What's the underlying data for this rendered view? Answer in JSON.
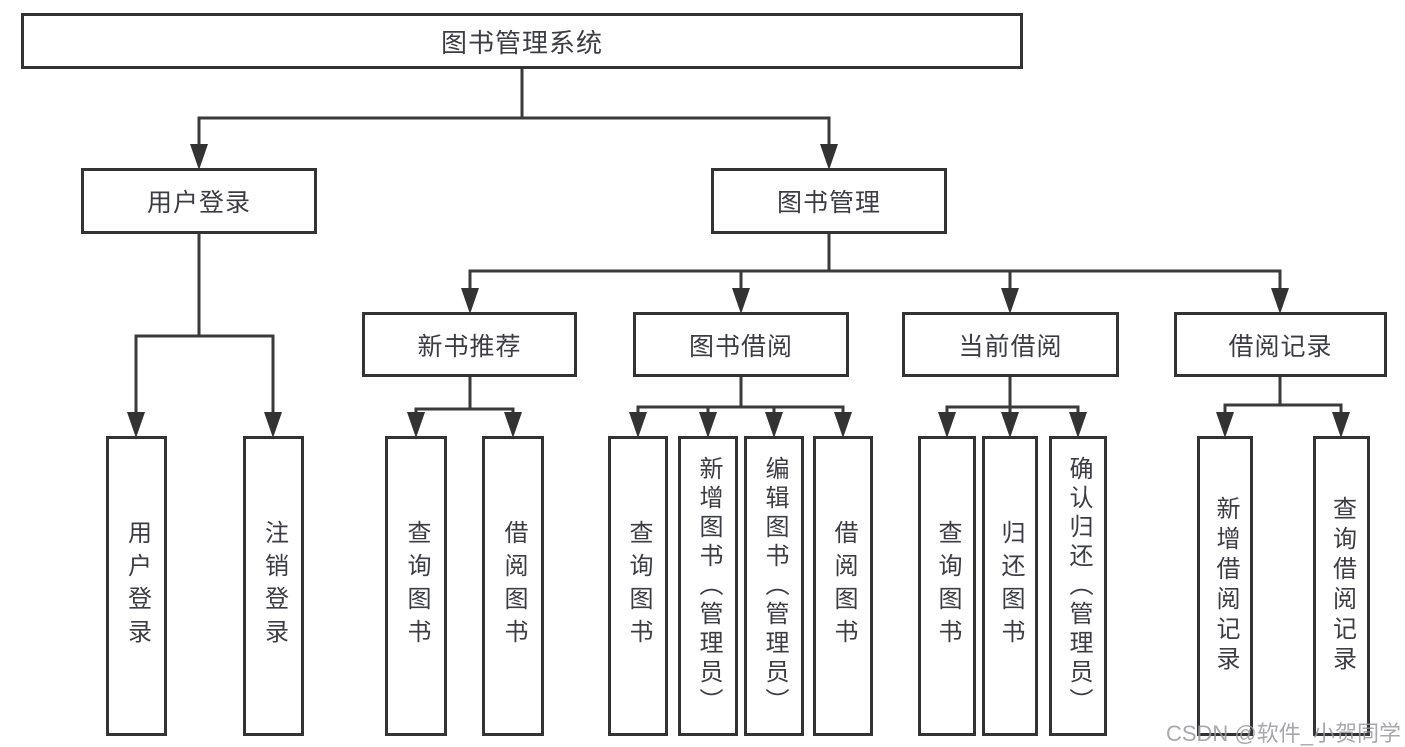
{
  "diagram": {
    "root": {
      "label": "图书管理系统"
    },
    "level2": [
      {
        "label": "用户登录"
      },
      {
        "label": "图书管理"
      }
    ],
    "level3": [
      {
        "label": "新书推荐",
        "parent": "图书管理"
      },
      {
        "label": "图书借阅",
        "parent": "图书管理"
      },
      {
        "label": "当前借阅",
        "parent": "图书管理"
      },
      {
        "label": "借阅记录",
        "parent": "图书管理"
      }
    ],
    "leaves": [
      {
        "label": "用户登录",
        "parent": "用户登录"
      },
      {
        "label": "注销登录",
        "parent": "用户登录"
      },
      {
        "label": "查询图书",
        "parent": "新书推荐"
      },
      {
        "label": "借阅图书",
        "parent": "新书推荐"
      },
      {
        "label": "查询图书",
        "parent": "图书借阅"
      },
      {
        "label": "新增图书（管理员）",
        "parent": "图书借阅"
      },
      {
        "label": "编辑图书（管理员）",
        "parent": "图书借阅"
      },
      {
        "label": "借阅图书",
        "parent": "图书借阅"
      },
      {
        "label": "查询图书",
        "parent": "当前借阅"
      },
      {
        "label": "归还图书",
        "parent": "当前借阅"
      },
      {
        "label": "确认归还（管理员）",
        "parent": "当前借阅"
      },
      {
        "label": "新增借阅记录",
        "parent": "借阅记录"
      },
      {
        "label": "查询借阅记录",
        "parent": "借阅记录"
      }
    ],
    "watermark": "CSDN @软件_小贺同学",
    "colors": {
      "line": "#3a3a3a",
      "box_border": "#333333",
      "text": "#3c3c44",
      "watermark": "#99999e",
      "background": "#ffffff"
    }
  }
}
